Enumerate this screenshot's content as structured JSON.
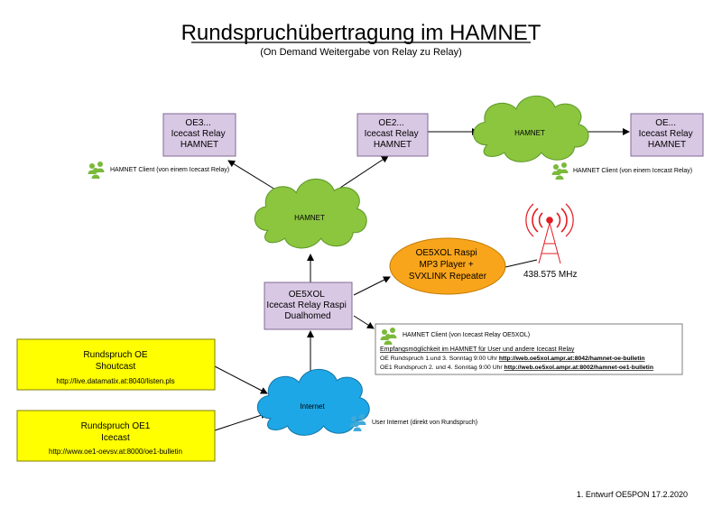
{
  "title": "Rundspruchübertragung im HAMNET",
  "subtitle": "(On Demand Weitergabe von Relay zu Relay)",
  "relays": {
    "oe3": [
      "OE3...",
      "Icecast Relay",
      "HAMNET"
    ],
    "oe2": [
      "OE2...",
      "Icecast Relay",
      "HAMNET"
    ],
    "oe": [
      "OE...",
      "Icecast Relay",
      "HAMNET"
    ],
    "oe5xol": [
      "OE5XOL",
      "Icecast Relay Raspi",
      "Dualhomed"
    ]
  },
  "clouds": {
    "hamnet_top": "HAMNET",
    "hamnet_center": "HAMNET",
    "internet": "Internet"
  },
  "raspi": [
    "OE5XOL Raspi",
    "MP3 Player +",
    "SVXLINK Repeater"
  ],
  "frequency": "438.575 MHz",
  "clients": {
    "left": "HAMNET Client (von einem Icecast Relay)",
    "right": "HAMNET Client (von einem Icecast Relay)",
    "user_internet": "User Internet (direkt von Rundspruch)"
  },
  "info_box": {
    "heading": "HAMNET Client (von Icecast Relay OE5XOL)",
    "subheading": "Empfangsmöglichkeit im HAMNET für User und andere Icecast Relay",
    "line1_prefix": "OE Rundspruch 1.und 3. Sonntag 9:00 Uhr ",
    "line1_link": "http://web.oe5xol.ampr.at:8042/hamnet-oe-bulletin",
    "line2_prefix": "OE1 Rundspruch 2. und 4. Sonntag 9:00 Uhr ",
    "line2_link": "http://web.oe5xol.ampr.at:8002/hamnet-oe1-bulletin"
  },
  "sources": {
    "oe": [
      "Rundspruch OE",
      "Shoutcast",
      "http://live.datamatix.at:8040/listen.pls"
    ],
    "oe1": [
      "Rundspruch OE1",
      "Icecast",
      "http://www.oe1-oevsv.at:8000/oe1-bulletin"
    ]
  },
  "footer": "1. Entwurf OE5PON 17.2.2020",
  "colors": {
    "relay_fill": "#d9c8e4",
    "relay_stroke": "#7f6a95",
    "hamnet_fill": "#8cc63f",
    "hamnet_stroke": "#5f9a2a",
    "internet_fill": "#1ea7e6",
    "internet_stroke": "#1478a8",
    "raspi_fill": "#f9a51b",
    "source_fill": "#ffff00",
    "client_icon": "#7ab93a",
    "user_icon": "#3fa9d8",
    "antenna": "#e31b23"
  }
}
